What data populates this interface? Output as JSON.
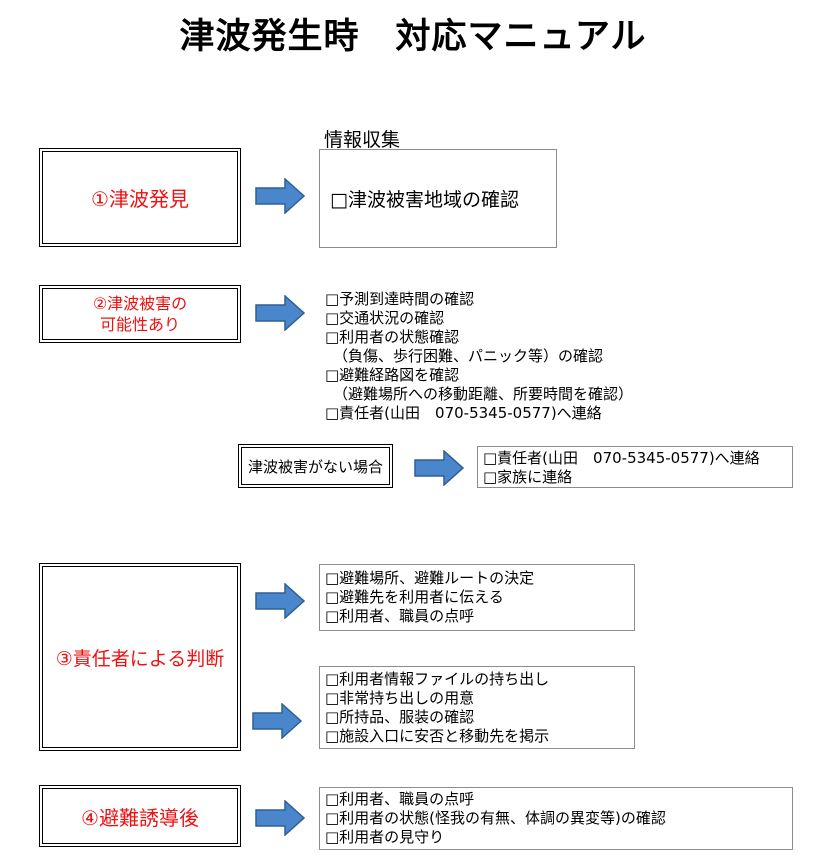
{
  "title": "津波発生時　対応マニュアル",
  "colors": {
    "step_text": "#ee1111",
    "arrow_fill": "#4a86cc",
    "arrow_stroke": "#2f5f96"
  },
  "steps": {
    "s1": {
      "label": "①津波発見"
    },
    "s2": {
      "line1": "②津波被害の",
      "line2": "可能性あり"
    },
    "s3": {
      "label": "③責任者による判断"
    },
    "s4": {
      "label": "④避難誘導後"
    }
  },
  "info": {
    "heading": "情報収集",
    "item": "□津波被害地域の確認"
  },
  "step2_list": [
    "□予測到達時間の確認",
    "□交通状況の確認",
    "□利用者の状態確認",
    "（負傷、歩行困難、パニック等）の確認",
    "□避難経路図を確認",
    "（避難場所への移動距離、所要時間を確認）",
    "□責任者(山田　070-5345-0577)へ連絡"
  ],
  "no_damage": {
    "label": "津波被害がない場合",
    "items": [
      "□責任者(山田　070-5345-0577)へ連絡",
      "□家族に連絡"
    ]
  },
  "step3_list_a": [
    "□避難場所、避難ルートの決定",
    "□避難先を利用者に伝える",
    "□利用者、職員の点呼"
  ],
  "step3_list_b": [
    "□利用者情報ファイルの持ち出し",
    "□非常持ち出しの用意",
    "□所持品、服装の確認",
    "□施設入口に安否と移動先を掲示"
  ],
  "step4_list": [
    "□利用者、職員の点呼",
    "□利用者の状態(怪我の有無、体調の異変等)の確認",
    "□利用者の見守り"
  ]
}
